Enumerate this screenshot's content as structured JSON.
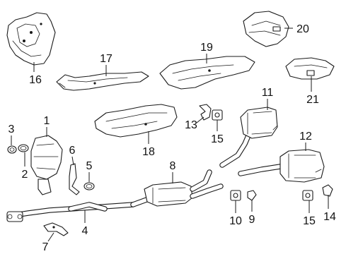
{
  "callouts": [
    {
      "key": "c1",
      "label": "1"
    },
    {
      "key": "c2",
      "label": "2"
    },
    {
      "key": "c3",
      "label": "3"
    },
    {
      "key": "c4",
      "label": "4"
    },
    {
      "key": "c5",
      "label": "5"
    },
    {
      "key": "c6",
      "label": "6"
    },
    {
      "key": "c7",
      "label": "7"
    },
    {
      "key": "c8",
      "label": "8"
    },
    {
      "key": "c9",
      "label": "9"
    },
    {
      "key": "c10",
      "label": "10"
    },
    {
      "key": "c11",
      "label": "11"
    },
    {
      "key": "c12",
      "label": "12"
    },
    {
      "key": "c13",
      "label": "13"
    },
    {
      "key": "c14",
      "label": "14"
    },
    {
      "key": "c15a",
      "label": "15"
    },
    {
      "key": "c15b",
      "label": "15"
    },
    {
      "key": "c16",
      "label": "16"
    },
    {
      "key": "c17",
      "label": "17"
    },
    {
      "key": "c18",
      "label": "18"
    },
    {
      "key": "c19",
      "label": "19"
    },
    {
      "key": "c20",
      "label": "20"
    },
    {
      "key": "c21",
      "label": "21"
    }
  ]
}
